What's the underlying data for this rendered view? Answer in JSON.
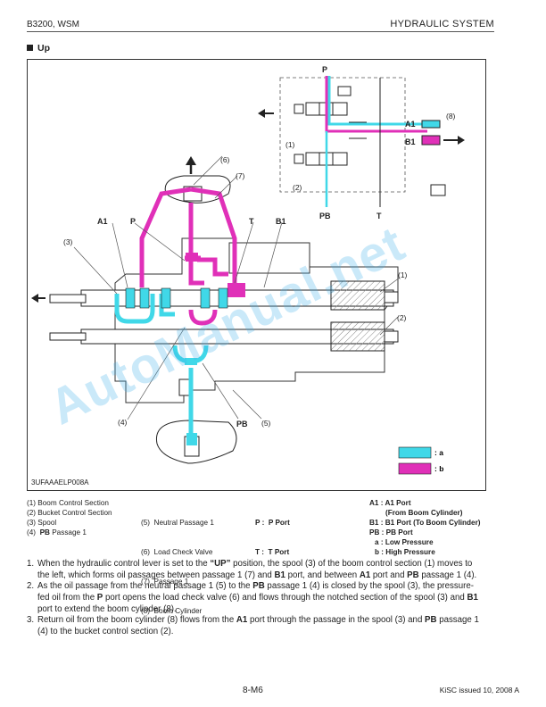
{
  "header": {
    "left": "B3200, WSM",
    "right": "HYDRAULIC SYSTEM"
  },
  "section": {
    "title": "Up"
  },
  "figure": {
    "code": "3UFAAAELP008A",
    "callouts": [
      "(1)",
      "(2)",
      "(3)",
      "(4)",
      "(5)",
      "(6)",
      "(7)",
      "(8)"
    ],
    "port_labels": {
      "a1": "A1",
      "p": "P",
      "t": "T",
      "b1": "B1",
      "pb": "PB"
    },
    "key": [
      {
        "code": ": a",
        "color": "#40d8e8"
      },
      {
        "code": ": b",
        "color": "#e030b8"
      }
    ],
    "watermark": "AutoManual.net",
    "colors": {
      "low": "#40d8e8",
      "high": "#e030b8"
    }
  },
  "legend": {
    "col1": [
      "(1)  Boom Control Section",
      "(2)  Bucket Control Section",
      "(3)  Spool"
    ],
    "col1_item4_prefix": "(4)  ",
    "col1_item4_bold": "PB",
    "col1_item4_suffix": " Passage 1",
    "col2": [
      "(5)  Neutral Passage 1",
      "(6)  Load Check Valve",
      "(7)  Passage 1",
      "(8)  Boom Cylinder"
    ],
    "col3": [
      "P :  P Port",
      "T :  T Port"
    ],
    "col4": [
      "A1 : A1 Port",
      "(From Boom Cylinder)",
      "B1 : B1 Port (To Boom Cylinder)",
      "PB : PB Port",
      "a : Low Pressure",
      "b : High Pressure"
    ]
  },
  "steps": [
    {
      "num": "1.",
      "parts": [
        "When the hydraulic control lever is set to the ",
        "“UP”",
        " position, the spool (3) of the boom control section (1) moves to the left, which forms oil passages between passage 1 (7) and ",
        "B1",
        " port, and between ",
        "A1",
        " port and ",
        "PB",
        " passage 1 (4)."
      ]
    },
    {
      "num": "2.",
      "parts": [
        "As the oil passage from the neutral passage 1 (5) to the ",
        "PB",
        " passage 1 (4) is closed by the spool (3), the pressure-fed oil from the ",
        "P",
        " port opens the load check valve (6) and flows through the notched section of the spool (3) and ",
        "B1",
        " port to extend the boom cylinder (8)."
      ]
    },
    {
      "num": "3.",
      "parts": [
        "Return oil from the boom cylinder (8) flows from the ",
        "A1",
        " port through the passage in the spool (3) and ",
        "PB",
        " passage 1 (4) to the bucket control section (2)."
      ]
    }
  ],
  "footer": {
    "page": "8-M6",
    "issue": "KiSC issued 10, 2008 A"
  }
}
